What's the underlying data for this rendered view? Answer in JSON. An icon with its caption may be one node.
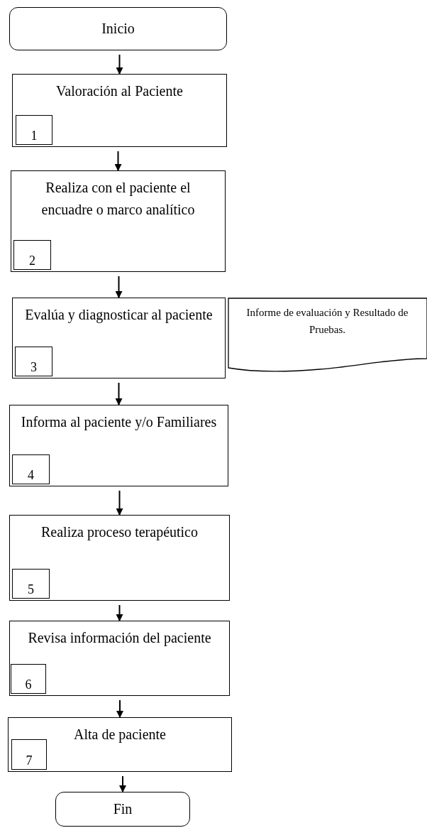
{
  "diagram": {
    "nodes": [
      {
        "text": [
          "Inicio"
        ]
      },
      {
        "text": [
          "Valoración al Paciente"
        ]
      },
      {
        "text": [
          "1"
        ],
        "in": 1
      },
      {
        "text": [
          "Realiza con el paciente el encuadre o marco analítico"
        ]
      },
      {
        "text": [
          "2"
        ],
        "in": 3
      },
      {
        "text": [
          "Evalúa y diagnosticar al paciente"
        ]
      },
      {
        "text": [
          "3"
        ],
        "in": 5
      },
      {
        "text": [
          "Informe de evaluación y Resultado de Pruebas."
        ]
      },
      {
        "text": [
          "Informa al paciente y/o Familiares"
        ]
      },
      {
        "text": [
          "4"
        ],
        "in": 8
      },
      {
        "text": [
          "Realiza proceso terapéutico"
        ]
      },
      {
        "text": [
          "5"
        ],
        "in": 10
      },
      {
        "text": [
          "Revisa información del paciente"
        ]
      },
      {
        "text": [
          "6"
        ],
        "in": 12
      },
      {
        "text": [
          "Alta de paciente"
        ]
      },
      {
        "text": [
          "7"
        ],
        "in": 14
      },
      {
        "text": [
          "Fin"
        ]
      }
    ],
    "edges": [
      {
        "from": 0,
        "to": 1,
        "arrow": "to"
      },
      {
        "from": 1,
        "to": 3,
        "arrow": "to"
      },
      {
        "from": 3,
        "to": 5,
        "arrow": "to"
      },
      {
        "from": 5,
        "to": 8,
        "arrow": "to"
      },
      {
        "from": 8,
        "to": 10,
        "arrow": "to"
      },
      {
        "from": 10,
        "to": 12,
        "arrow": "to"
      },
      {
        "from": 12,
        "to": 14,
        "arrow": "to"
      },
      {
        "from": 14,
        "to": 16,
        "arrow": "to"
      }
    ]
  }
}
